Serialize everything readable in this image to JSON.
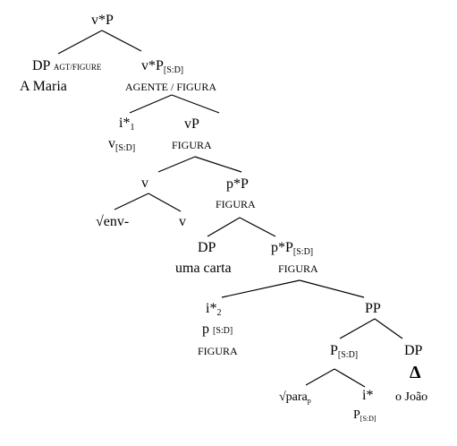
{
  "nodes": {
    "root": {
      "label": "v*P"
    },
    "dp_agent": {
      "label": "DP",
      "sub": "AGT/FIGURE",
      "word": "A Maria"
    },
    "vstarp_sd": {
      "label": "v*P",
      "sub": "[S:D]",
      "feature": "AGENTE / FIGURA"
    },
    "istar1": {
      "label": "i*",
      "sub": "1",
      "v_label": "v",
      "v_sub": "[S:D]"
    },
    "vp": {
      "label": "vP",
      "feature": "FIGURA"
    },
    "v_mid": {
      "label": "v"
    },
    "pstarp": {
      "label": "p*P",
      "feature": "FIGURA"
    },
    "root_env": {
      "label": "√env-"
    },
    "v_leaf": {
      "label": "v"
    },
    "dp_carta": {
      "label": "DP",
      "word": "uma carta"
    },
    "pstarp_sd": {
      "label": "p*P",
      "sub": "[S:D]",
      "feature": "FIGURA"
    },
    "istar2": {
      "label": "i*",
      "sub": "2",
      "p_label": "p",
      "p_sub": "[S:D]",
      "feature": "FIGURA"
    },
    "pp": {
      "label": "PP"
    },
    "p_sd": {
      "label": "P",
      "sub": "[S:D]"
    },
    "dp_joao": {
      "label": "DP",
      "triangle": "Δ",
      "word": "o João"
    },
    "root_para": {
      "label": "√para",
      "sub": "p"
    },
    "istar_leaf": {
      "label": "i*",
      "p_label": "P",
      "p_sub": "[S:D]"
    }
  }
}
